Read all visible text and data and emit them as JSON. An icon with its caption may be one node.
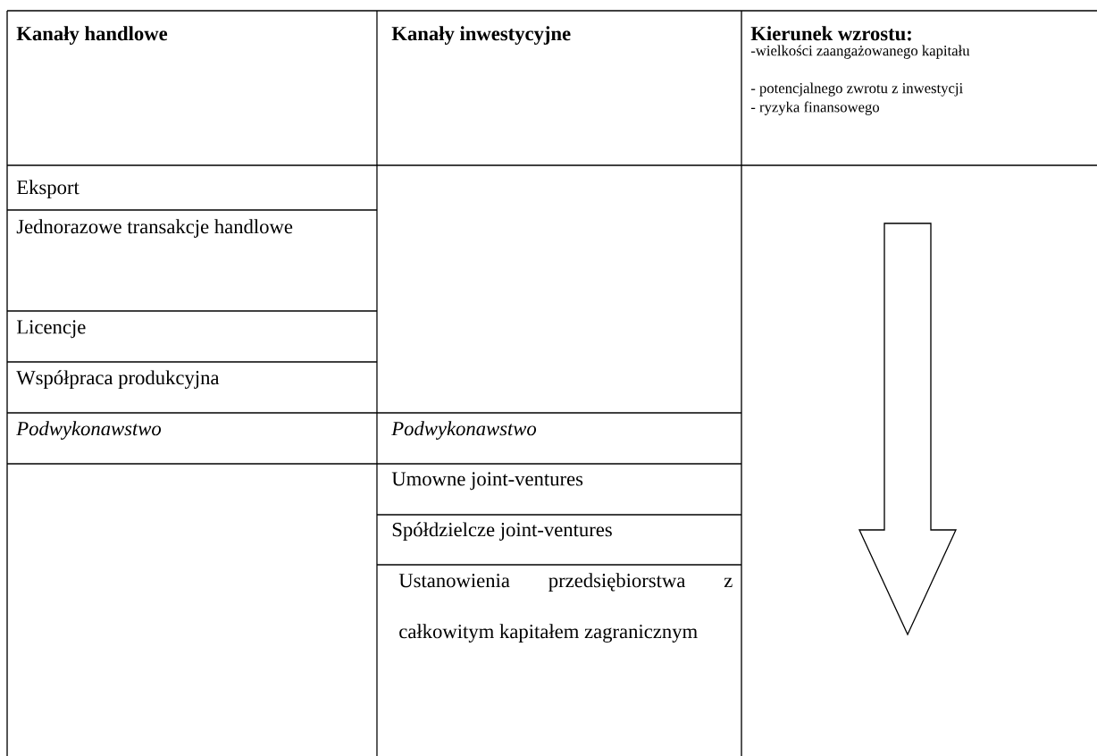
{
  "diagram": {
    "labels": [
      "Kanały handlowe",
      "Kanały inwestycyjne",
      "Kierunek wzrostu:",
      "-wielkości zaangażowanego kapitału",
      "- potencjalnego zwrotu z inwestycji",
      "- ryzyka finansowego",
      "Eksport",
      "Jednorazowe transakcje handlowe",
      "Licencje",
      "Współpraca produkcyjna",
      "Podwykonawstwo",
      "Podwykonawstwo",
      "Umowne joint-ventures",
      "Spółdzielcze joint-ventures",
      "Ustanowienia przedsiębiorstwa z całkowitym kapitałem zagranicznym"
    ]
  }
}
